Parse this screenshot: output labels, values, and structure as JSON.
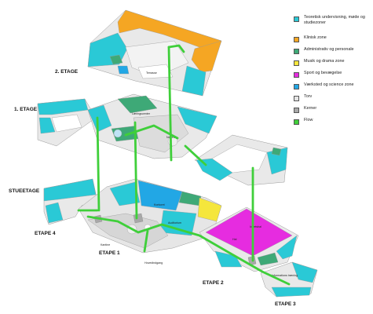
{
  "levels": {
    "second": "2. ETAGE",
    "first": "1. ETAGE",
    "ground": "STUEETAGE"
  },
  "etaper": {
    "e1": "ETAPE 1",
    "e2": "ETAPE 2",
    "e3": "ETAPE 3",
    "e4": "ETAPE 4"
  },
  "rooms": {
    "terrasse": "Terrasse",
    "laeringscenter": "Læringscenter",
    "naturfag": "Naturfag",
    "kontoret": "Kontoret",
    "hovedindgang": "Hovedindgang",
    "kantine": "Kantine",
    "auditorium": "Auditorium",
    "hal": "Hal",
    "idraetshal": "Idrætshal",
    "informationstraening": "Informations træning",
    "etage2_2": "2"
  },
  "legend": [
    {
      "label": "Teoretisk undervisning, møde og studiezoner",
      "color": "#2ac9d6"
    },
    {
      "label": "Klinisk zone",
      "color": "#f5a623"
    },
    {
      "label": "Administrativ og personale",
      "color": "#3ea977"
    },
    {
      "label": "Musik og drama zone",
      "color": "#f5e63c"
    },
    {
      "label": "Sport og bevægelse",
      "color": "#e62ce0"
    },
    {
      "label": "Værksted og science zone",
      "color": "#22a7e5"
    },
    {
      "label": "Torv",
      "color": "#e4e4e4"
    },
    {
      "label": "Kerner",
      "color": "#a8a8a8"
    },
    {
      "label": "Flow",
      "color": "#3fcf3a"
    }
  ],
  "colors": {
    "teal": "#2ac9d6",
    "orange": "#f5a623",
    "green": "#3ea977",
    "yellow": "#f5e63c",
    "magenta": "#e62ce0",
    "blue": "#22a7e5",
    "torv": "#e4e4e4",
    "core": "#a8a8a8",
    "flow": "#3fcf3a"
  }
}
